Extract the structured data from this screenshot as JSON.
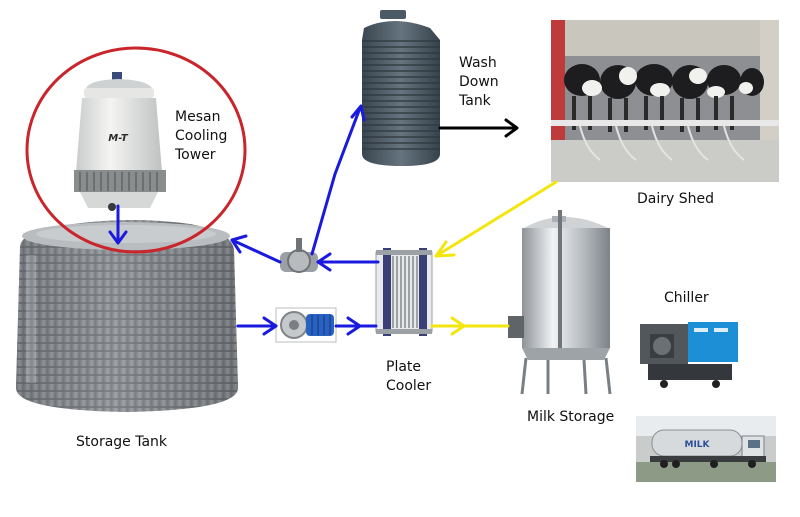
{
  "labels": {
    "cooling_tower": [
      "Mesan",
      "Cooling",
      "Tower"
    ],
    "wash_down_tank": [
      "Wash",
      "Down",
      "Tank"
    ],
    "dairy_shed": "Dairy Shed",
    "chiller": "Chiller",
    "plate_cooler": [
      "Plate",
      "Cooler"
    ],
    "milk_storage": "Milk Storage",
    "storage_tank": "Storage Tank",
    "tower_logo": "M-T",
    "truck_logo": "MILK"
  },
  "colors": {
    "water_flow": "#1a1adf",
    "milk_flow": "#f2e60e",
    "discharge_flow": "#000000",
    "highlight_circle": "#c8262c",
    "tank_grey": "#7a7e82",
    "wash_tank_slate": "#4c5a65",
    "chiller_blue": "#1c8fd6",
    "pump_blue": "#2a62c4"
  }
}
